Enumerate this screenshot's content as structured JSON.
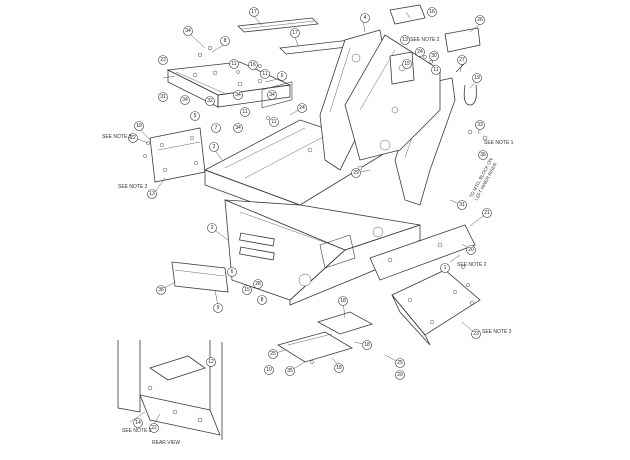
{
  "drawing": {
    "notes": {
      "see_note_3_left": "SEE NOTE 3",
      "see_note_2_left": "SEE NOTE 2",
      "see_note_2_top": "SEE NOTE 2",
      "see_note_1": "SEE NOTE 1",
      "see_note_2_right": "SEE NOTE 2",
      "see_note_3_right": "SEE NOTE 3",
      "see_note_3_inset": "SEE NOTE 3",
      "mtg_block_line1": "TO MTG. BLOCK ON",
      "mtg_block_line2": "LEFT INNER RISER",
      "rear_view": "REAR VIEW"
    },
    "balloons": [
      "1",
      "2",
      "3",
      "4",
      "5",
      "6",
      "7",
      "8",
      "9",
      "10",
      "11",
      "12",
      "13",
      "14",
      "15",
      "16",
      "17",
      "18",
      "19",
      "20",
      "21",
      "22",
      "23",
      "24",
      "25",
      "26",
      "27",
      "28",
      "29",
      "30",
      "31",
      "32",
      "33",
      "34",
      "35",
      "36"
    ]
  }
}
